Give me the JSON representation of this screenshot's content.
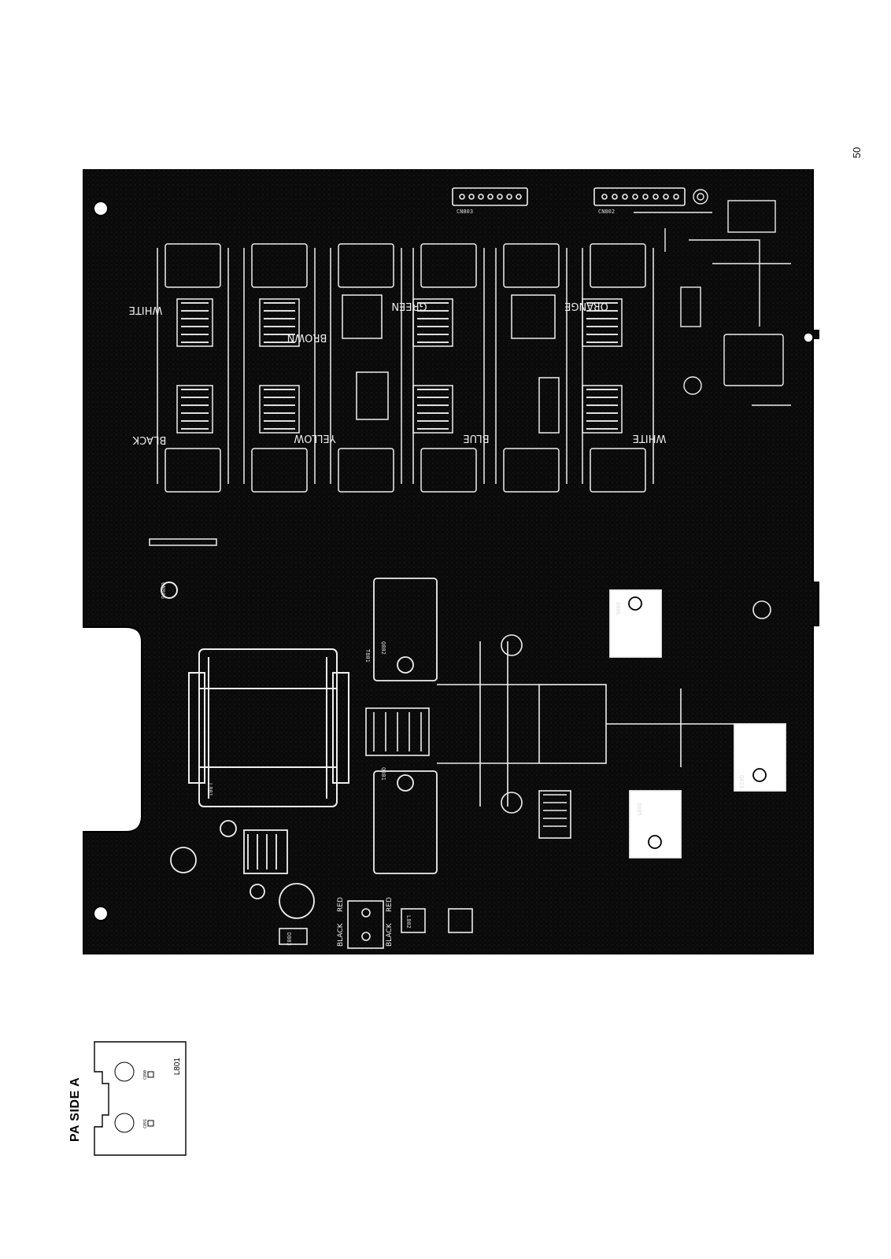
{
  "page_number": "50",
  "title": "PA SIDE A",
  "board": {
    "wire_colors": [
      "WHITE",
      "BROWN",
      "GREEN",
      "ORANGE",
      "BLACK",
      "YELLOW",
      "BLUE",
      "WHITE"
    ],
    "connector_labels": [
      "BLACK",
      "RED",
      "BLACK",
      "RED"
    ],
    "component_refs": [
      "CN803",
      "CN802",
      "Q801",
      "Q802",
      "Q805",
      "Q806",
      "Q823",
      "T801",
      "L801",
      "L802",
      "D803",
      "CN806"
    ]
  },
  "inset": {
    "label": "L801",
    "refs": [
      "C890",
      "C891"
    ]
  },
  "colors": {
    "board": "#0a0a0a",
    "trace": "#f2f2f2",
    "paper": "#ffffff"
  }
}
